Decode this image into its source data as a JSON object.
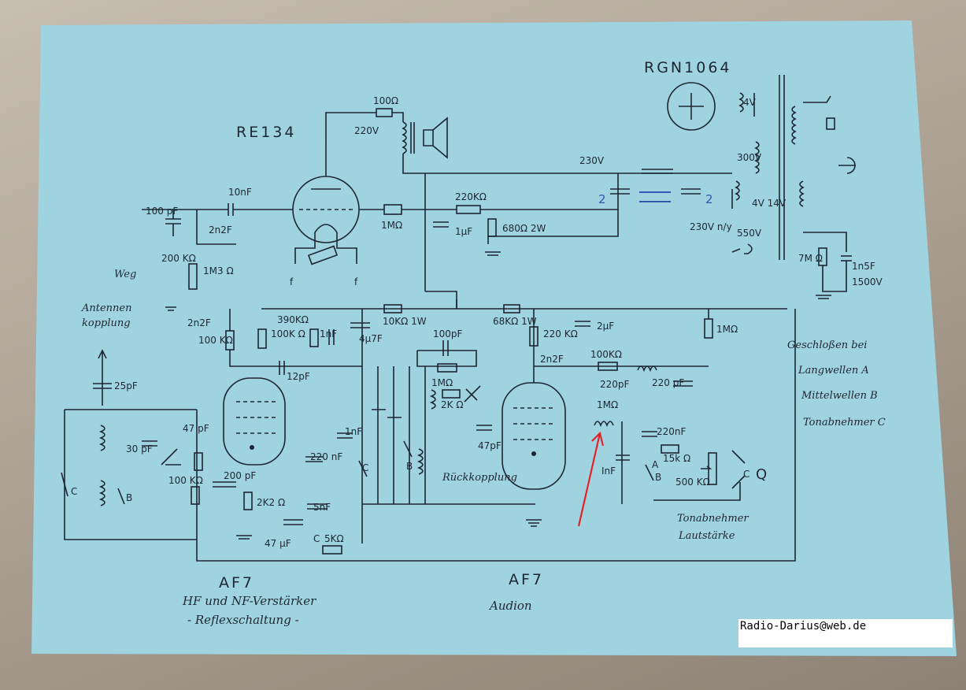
{
  "tubes": {
    "re134": "RE134",
    "rgn1064": "RGN1064",
    "af7_left": "AF7",
    "af7_right": "AF7"
  },
  "captions": {
    "left_line1": "HF und NF-Verstärker",
    "left_line2": "- Reflexschaltung -",
    "right": "Audion"
  },
  "components": {
    "r_100": "100Ω",
    "v_220": "220V",
    "c_10nf": "10nF",
    "c_100pf": "100 pF",
    "c_2n2f_top": "2n2F",
    "r_200k": "200 KΩ",
    "r_1m3": "1M3 Ω",
    "r_1m": "1MΩ",
    "r_220k": "220KΩ",
    "c_1uf": "1μF",
    "r_680": "680Ω 2W",
    "v_230": "230V",
    "v_300": "300V",
    "v_4": "4V",
    "n_2a": "2",
    "n_2b": "2",
    "v_230_n": "230V n/y",
    "v_4v_14v": "4V 14V",
    "v_550": "550V",
    "r_7m": "7M Ω",
    "c_1n5f": "1n5F",
    "v_1500": "1500V",
    "c_2n2f_left": "2n2F",
    "r_100k_left": "100 KΩ",
    "r_390k": "390KΩ",
    "r_100k_b": "100K Ω",
    "c_1nf_a": "1nF",
    "c_4u7f": "4μ7F",
    "r_10k": "10KΩ 1W",
    "r_68k": "68KΩ 1W",
    "r_220k_b": "220 KΩ",
    "c_2uf": "2μF",
    "r_1m_right": "1MΩ",
    "c_12pf": "12pF",
    "c_25pf": "25pF",
    "c_30pf": "30 pF",
    "c_47pf": "47 pF",
    "r_100k_c": "100 KΩ",
    "c_200pf": "200 pF",
    "r_2k2": "2K2 Ω",
    "c_5nf": "5nF",
    "c_47uf": "47 μF",
    "r_5k": "5KΩ",
    "c_220nf": "220 nF",
    "c_1nf_b": "1nF",
    "c_100pf_b": "100pF",
    "r_1m_b": "1MΩ",
    "r_2k": "2K Ω",
    "c_47pf_b": "47pF",
    "c_2n2f_c": "2n2F",
    "r_100k_d": "100KΩ",
    "c_220pf": "220pF",
    "c_220pf_b": "220 pF",
    "r_1m_c": "1MΩ",
    "c_1nf_c": "InF",
    "c_220nf_b": "220nF",
    "r_15k": "15k Ω",
    "r_500k": "500 KΩ",
    "sw_a": "A",
    "sw_b": "B",
    "sw_c": "C",
    "sw_b2": "B",
    "sw_c2": "C",
    "sw_b3": "B",
    "sw_c3": "C",
    "q": "Q",
    "c_marker": "C",
    "f1": "f",
    "f2": "f"
  },
  "notes": {
    "weg": "Weg",
    "antenne1": "Antennen",
    "antenne2": "kopplung",
    "rueck": "Rückkopplung",
    "ton1": "Tonabnehmer",
    "ton2": "Lautstärke",
    "legend": [
      "Geschloßen bei",
      "Langwellen A",
      "Mittelwellen B",
      "Tonabnehmer C"
    ]
  },
  "footer": {
    "email": "Radio-Darius@web.de"
  },
  "colors": {
    "paper": "#9fd3df",
    "ink": "#1d2633",
    "arrow": "#e0252a",
    "marker": "#2d58b4"
  }
}
